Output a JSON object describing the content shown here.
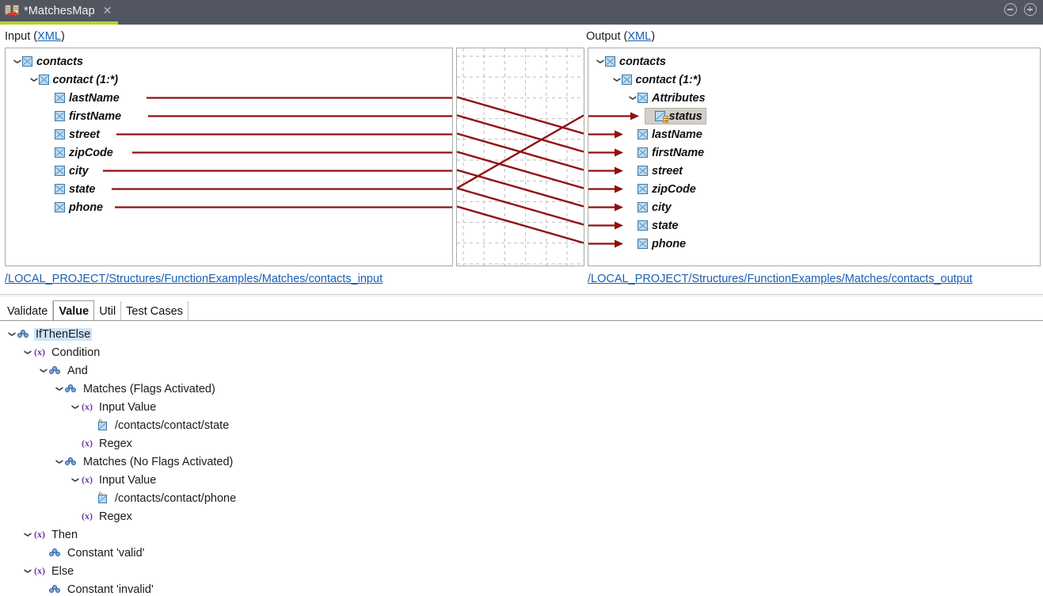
{
  "window": {
    "tab_title": "*MatchesMap",
    "tab_icon": "mapping-icon",
    "close_icon": "✕",
    "minimize_label": "minimize-icon",
    "maximize_label": "maximize-icon"
  },
  "input_panel": {
    "label_prefix": "Input (",
    "label_link": "XML",
    "label_suffix": ")",
    "footer_link": "/LOCAL_PROJECT/Structures/FunctionExamples/Matches/contacts_input",
    "nodes": [
      {
        "label": "contacts",
        "depth": 0,
        "icon": "element-icon",
        "expanded": true,
        "selected": false
      },
      {
        "label": "contact (1:*)",
        "depth": 1,
        "icon": "element-icon",
        "expanded": true,
        "selected": false
      },
      {
        "label": "lastName",
        "depth": 2,
        "icon": "element-icon",
        "expanded": null,
        "selected": false
      },
      {
        "label": "firstName",
        "depth": 2,
        "icon": "element-icon",
        "expanded": null,
        "selected": false
      },
      {
        "label": "street",
        "depth": 2,
        "icon": "element-icon",
        "expanded": null,
        "selected": false
      },
      {
        "label": "zipCode",
        "depth": 2,
        "icon": "element-icon",
        "expanded": null,
        "selected": false
      },
      {
        "label": "city",
        "depth": 2,
        "icon": "element-icon",
        "expanded": null,
        "selected": false
      },
      {
        "label": "state",
        "depth": 2,
        "icon": "element-icon",
        "expanded": null,
        "selected": false
      },
      {
        "label": "phone",
        "depth": 2,
        "icon": "element-icon",
        "expanded": null,
        "selected": false
      }
    ]
  },
  "output_panel": {
    "label_prefix": "Output (",
    "label_link": "XML",
    "label_suffix": ")",
    "footer_link": "/LOCAL_PROJECT/Structures/FunctionExamples/Matches/contacts_output",
    "nodes": [
      {
        "label": "contacts",
        "depth": 0,
        "icon": "element-icon",
        "expanded": true,
        "selected": false
      },
      {
        "label": "contact (1:*)",
        "depth": 1,
        "icon": "element-icon",
        "expanded": true,
        "selected": false
      },
      {
        "label": "Attributes",
        "depth": 2,
        "icon": "element-icon",
        "expanded": true,
        "selected": false
      },
      {
        "label": "status",
        "depth": 3,
        "icon": "attribute-icon",
        "expanded": null,
        "selected": true
      },
      {
        "label": "lastName",
        "depth": 2,
        "icon": "element-icon",
        "expanded": null,
        "selected": false
      },
      {
        "label": "firstName",
        "depth": 2,
        "icon": "element-icon",
        "expanded": null,
        "selected": false
      },
      {
        "label": "street",
        "depth": 2,
        "icon": "element-icon",
        "expanded": null,
        "selected": false
      },
      {
        "label": "zipCode",
        "depth": 2,
        "icon": "element-icon",
        "expanded": null,
        "selected": false
      },
      {
        "label": "city",
        "depth": 2,
        "icon": "element-icon",
        "expanded": null,
        "selected": false
      },
      {
        "label": "state",
        "depth": 2,
        "icon": "element-icon",
        "expanded": null,
        "selected": false
      },
      {
        "label": "phone",
        "depth": 2,
        "icon": "element-icon",
        "expanded": null,
        "selected": false
      }
    ]
  },
  "mapper": {
    "line_color": "#8f1010",
    "grid_color": "#bdbdbd",
    "connections": [
      {
        "from": "lastName",
        "to": "lastName"
      },
      {
        "from": "firstName",
        "to": "firstName"
      },
      {
        "from": "street",
        "to": "street"
      },
      {
        "from": "zipCode",
        "to": "zipCode"
      },
      {
        "from": "city",
        "to": "city"
      },
      {
        "from": "state",
        "to": "status"
      },
      {
        "from": "state",
        "to": "state"
      },
      {
        "from": "phone",
        "to": "phone"
      }
    ]
  },
  "bottom_tabs": {
    "active": "Value",
    "items": [
      {
        "label": "Validate"
      },
      {
        "label": "Value"
      },
      {
        "label": "Util"
      },
      {
        "label": "Test Cases"
      }
    ]
  },
  "function_tree": {
    "nodes": [
      {
        "label": "IfThenElse",
        "depth": 0,
        "icon": "function-icon",
        "expanded": true,
        "selected": true
      },
      {
        "label": "Condition",
        "depth": 1,
        "icon": "variable-icon",
        "expanded": true,
        "selected": false
      },
      {
        "label": "And",
        "depth": 2,
        "icon": "function-icon",
        "expanded": true,
        "selected": false
      },
      {
        "label": "Matches (Flags Activated)",
        "depth": 3,
        "icon": "function-icon",
        "expanded": true,
        "selected": false
      },
      {
        "label": "Input Value",
        "depth": 4,
        "icon": "variable-icon",
        "expanded": true,
        "selected": false
      },
      {
        "label": "/contacts/contact/state",
        "depth": 5,
        "icon": "xpath-icon",
        "expanded": null,
        "selected": false
      },
      {
        "label": "Regex",
        "depth": 4,
        "icon": "variable-icon",
        "expanded": null,
        "selected": false
      },
      {
        "label": "Matches (No Flags Activated)",
        "depth": 3,
        "icon": "function-icon",
        "expanded": true,
        "selected": false
      },
      {
        "label": "Input Value",
        "depth": 4,
        "icon": "variable-icon",
        "expanded": true,
        "selected": false
      },
      {
        "label": "/contacts/contact/phone",
        "depth": 5,
        "icon": "xpath-icon",
        "expanded": null,
        "selected": false
      },
      {
        "label": "Regex",
        "depth": 4,
        "icon": "variable-icon",
        "expanded": null,
        "selected": false
      },
      {
        "label": "Then",
        "depth": 1,
        "icon": "variable-icon",
        "expanded": true,
        "selected": false
      },
      {
        "label": "Constant 'valid'",
        "depth": 2,
        "icon": "function-icon",
        "expanded": null,
        "selected": false
      },
      {
        "label": "Else",
        "depth": 1,
        "icon": "variable-icon",
        "expanded": true,
        "selected": false
      },
      {
        "label": "Constant 'invalid'",
        "depth": 2,
        "icon": "function-icon",
        "expanded": null,
        "selected": false
      }
    ]
  }
}
